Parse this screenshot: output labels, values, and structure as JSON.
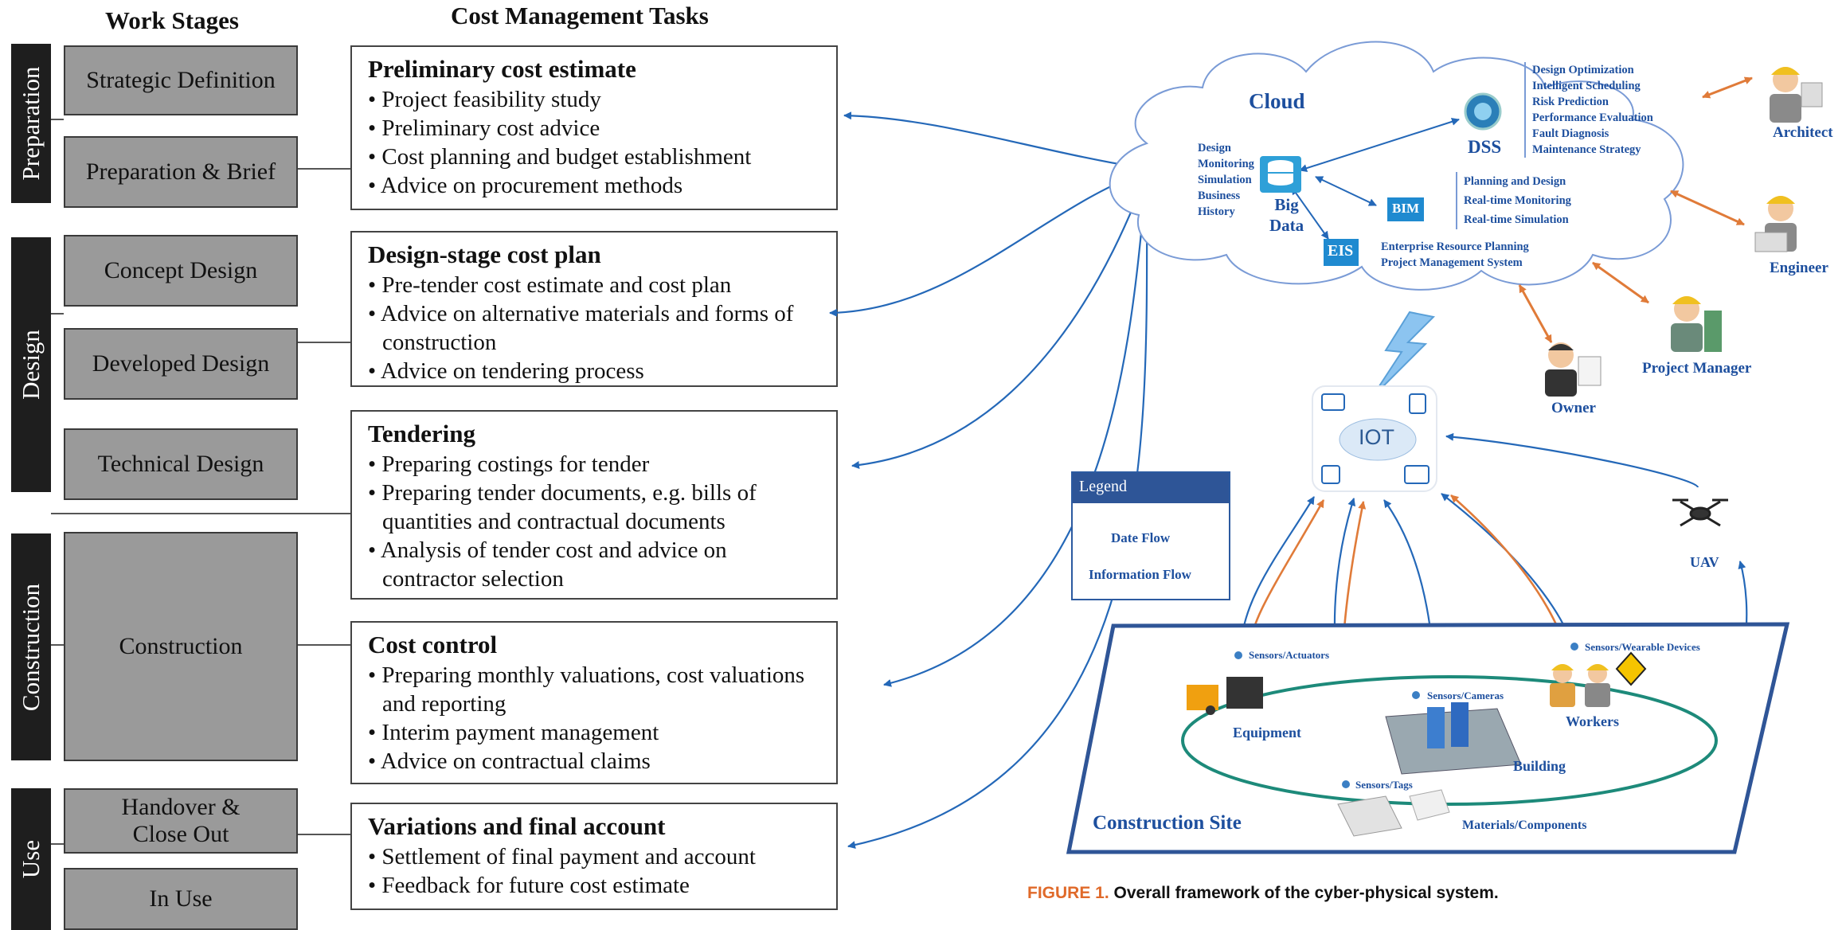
{
  "left": {
    "col_headers": {
      "stages": "Work Stages",
      "tasks": "Cost Management Tasks"
    },
    "phases": [
      {
        "label": "Preparation"
      },
      {
        "label": "Design"
      },
      {
        "label": "Construction"
      },
      {
        "label": "Use"
      }
    ],
    "stages": [
      {
        "label": "Strategic Definition"
      },
      {
        "label": "Preparation & Brief"
      },
      {
        "label": "Concept Design"
      },
      {
        "label": "Developed Design"
      },
      {
        "label": "Technical Design"
      },
      {
        "label": "Construction"
      },
      {
        "label": "Handover &\nClose Out"
      },
      {
        "label": "In Use"
      }
    ],
    "tasks": [
      {
        "title": "Preliminary cost estimate",
        "items": [
          "Project feasibility study",
          "Preliminary cost advice",
          "Cost planning and budget establishment",
          "Advice on procurement methods"
        ]
      },
      {
        "title": "Design-stage cost plan",
        "items": [
          "Pre-tender cost estimate and cost plan",
          "Advice on alternative materials and forms of construction",
          "Advice on tendering process"
        ]
      },
      {
        "title": "Tendering",
        "items": [
          "Preparing costings for tender",
          "Preparing tender documents, e.g. bills of quantities and contractual documents",
          "Analysis of tender cost and advice on contractor selection"
        ]
      },
      {
        "title": "Cost control",
        "items": [
          "Preparing monthly valuations, cost valuations and reporting",
          "Interim payment management",
          "Advice on contractual claims"
        ]
      },
      {
        "title": "Variations and final account",
        "items": [
          "Settlement of final payment and account",
          "Feedback for future cost estimate"
        ]
      }
    ]
  },
  "right": {
    "cloud_label": "Cloud",
    "bigdata": {
      "label_line1": "Big",
      "label_line2": "Data",
      "functions": [
        "Design",
        "Monitoring",
        "Simulation",
        "Business",
        "History"
      ]
    },
    "dss": {
      "label": "DSS",
      "functions": [
        "Design Optimization",
        "Intelligent Scheduling",
        "Risk Prediction",
        "Performance Evaluation",
        "Fault Diagnosis",
        "Maintenance Strategy"
      ]
    },
    "bim": {
      "label": "BIM",
      "functions": [
        "Planning and Design",
        "Real-time Monitoring",
        "Real-time Simulation"
      ]
    },
    "eis": {
      "label": "EIS",
      "functions": [
        "Enterprise Resource Planning",
        "Project Management System"
      ]
    },
    "roles": [
      "Architect",
      "Engineer",
      "Project Manager",
      "Owner"
    ],
    "iot_label": "IOT",
    "uav_label": "UAV",
    "legend": {
      "title": "Legend",
      "data_flow": "Date Flow",
      "info_flow": "Information Flow"
    },
    "site": {
      "title": "Construction Site",
      "labels": {
        "equipment": "Equipment",
        "building": "Building",
        "workers": "Workers",
        "materials": "Materials/Components"
      },
      "sensors": {
        "actuators": "Sensors/Actuators",
        "cameras": "Sensors/Cameras",
        "wearables": "Sensors/Wearable Devices",
        "tags": "Sensors/Tags"
      }
    },
    "caption": {
      "fig": "FIGURE 1.",
      "text": " Overall framework of the cyber-physical system."
    }
  },
  "colors": {
    "blue": "#2468b8",
    "orange": "#e07b39",
    "navy": "#1d4f9e",
    "stage_gray": "#9a9a9a"
  }
}
